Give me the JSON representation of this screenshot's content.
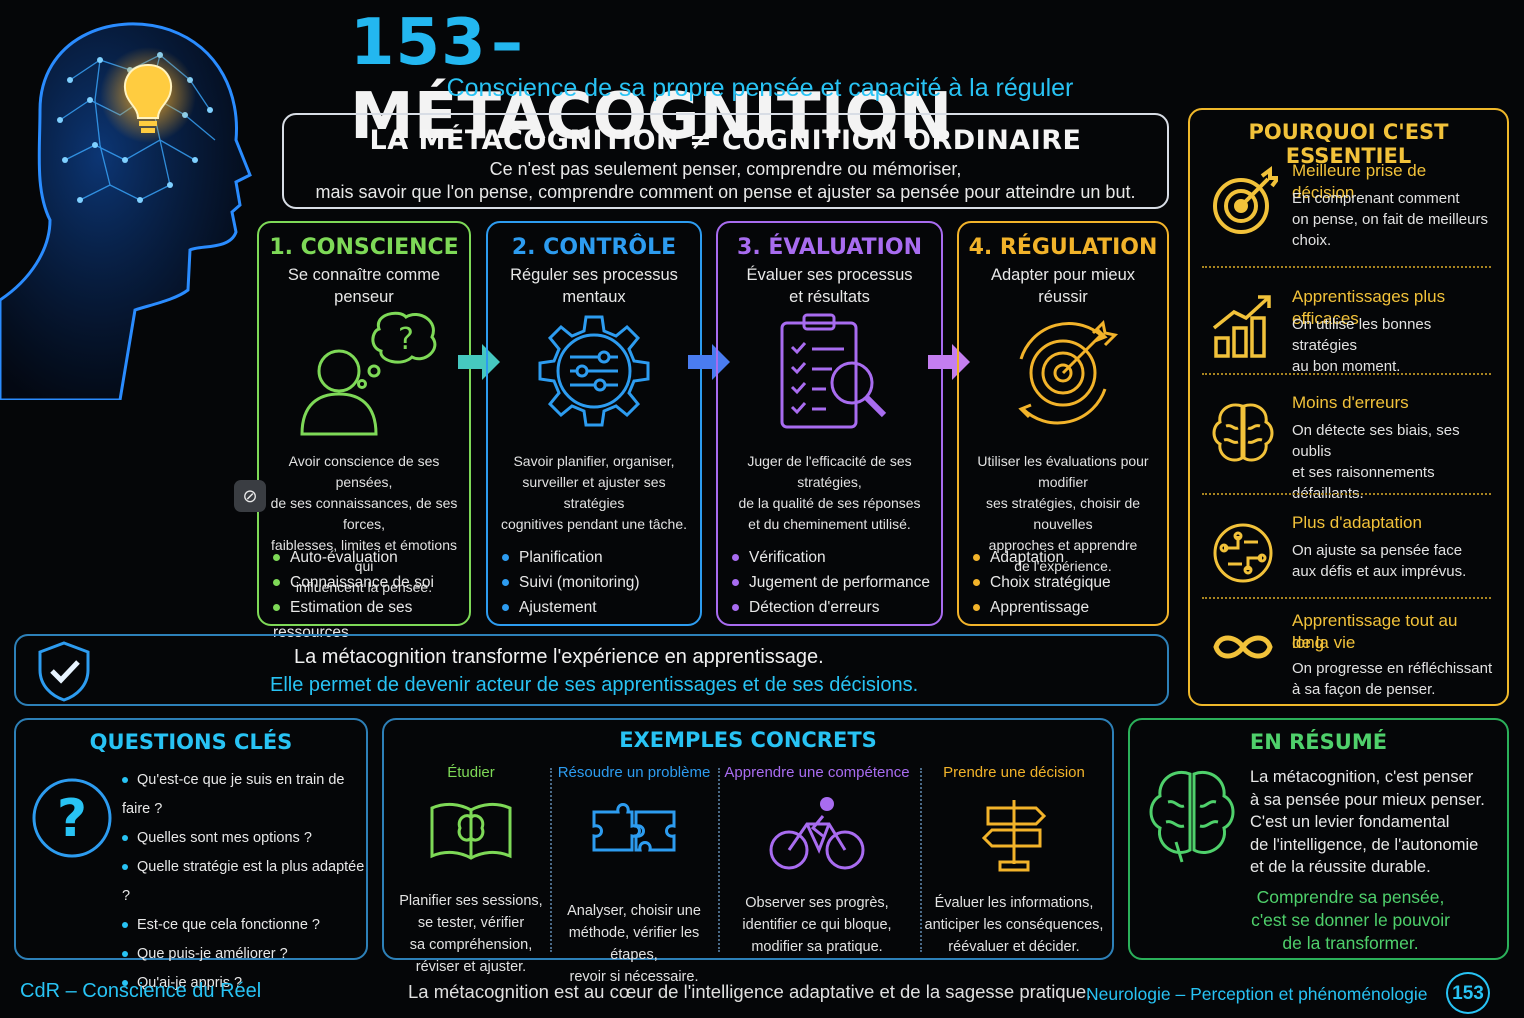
{
  "header": {
    "number": "153",
    "dash": "–",
    "title": "MÉTACOGNITION",
    "subtitle": "Conscience de sa propre pensée et capacité à la réguler"
  },
  "intro": {
    "heading": "LA MÉTACOGNITION ≠ COGNITION ORDINAIRE",
    "line1": "Ce n'est pas seulement penser, comprendre ou mémoriser,",
    "line2": "mais savoir que l'on pense, comprendre comment on pense et ajuster sa pensée pour atteindre un but."
  },
  "steps": [
    {
      "title": "1. CONSCIENCE",
      "sub1": "Se connaître comme",
      "sub2": "penseur",
      "color": "#7ed957",
      "icon": "person-thinking-icon",
      "desc": [
        "Avoir conscience de ses pensées,",
        "de ses connaissances, de ses forces,",
        "faiblesses, limites et émotions qui",
        "influencent la pensée."
      ],
      "bullets": [
        "Auto-évaluation",
        "Connaissance de soi",
        "Estimation de ses ressources"
      ]
    },
    {
      "title": "2. CONTRÔLE",
      "sub1": "Réguler ses processus",
      "sub2": "mentaux",
      "color": "#2d9cf0",
      "icon": "gear-sliders-icon",
      "desc": [
        "Savoir planifier, organiser,",
        "surveiller et ajuster ses stratégies",
        "cognitives pendant une tâche."
      ],
      "bullets": [
        "Planification",
        "Suivi (monitoring)",
        "Ajustement"
      ]
    },
    {
      "title": "3. ÉVALUATION",
      "sub1": "Évaluer ses processus",
      "sub2": "et résultats",
      "color": "#a86cf0",
      "icon": "clipboard-magnifier-icon",
      "desc": [
        "Juger de l'efficacité de ses stratégies,",
        "de la qualité de ses réponses",
        "et du cheminement utilisé."
      ],
      "bullets": [
        "Vérification",
        "Jugement de performance",
        "Détection d'erreurs"
      ]
    },
    {
      "title": "4. RÉGULATION",
      "sub1": "Adapter pour mieux",
      "sub2": "réussir",
      "color": "#f2b32a",
      "icon": "target-cycle-icon",
      "desc": [
        "Utiliser les évaluations pour modifier",
        "ses stratégies, choisir de nouvelles",
        "approches et apprendre",
        "de l'expérience."
      ],
      "bullets": [
        "Adaptation",
        "Choix stratégique",
        "Apprentissage"
      ]
    }
  ],
  "why": {
    "heading": "POURQUOI C'EST ESSENTIEL",
    "items": [
      {
        "title": "Meilleure prise de décision",
        "desc": [
          "En comprenant comment",
          "on pense, on fait de meilleurs",
          "choix."
        ],
        "icon": "target-icon"
      },
      {
        "title": "Apprentissages plus efficaces",
        "desc": [
          "On utilise les bonnes stratégies",
          "au bon moment."
        ],
        "icon": "growth-chart-icon"
      },
      {
        "title": "Moins d'erreurs",
        "desc": [
          "On détecte ses biais, ses oublis",
          "et ses raisonnements",
          "défaillants."
        ],
        "icon": "brain-icon"
      },
      {
        "title": "Plus d'adaptation",
        "desc": [
          "On ajuste sa pensée face",
          "aux défis et aux imprévus."
        ],
        "icon": "brain-circuit-icon"
      },
      {
        "title": "Apprentissage tout au long",
        "title2": "de la vie",
        "desc": [
          "On progresse en réfléchissant",
          "à sa façon de penser."
        ],
        "icon": "infinity-icon"
      }
    ]
  },
  "banner": {
    "line1": "La métacognition transforme l'expérience en apprentissage.",
    "line2": "Elle permet de devenir acteur de ses apprentissages et de ses décisions."
  },
  "questions": {
    "heading": "QUESTIONS CLÉS",
    "items": [
      "Qu'est-ce que je suis en train de faire ?",
      "Quelles sont mes options ?",
      "Quelle stratégie est la plus adaptée ?",
      "Est-ce que cela fonctionne ?",
      "Que puis-je améliorer ?",
      "Qu'ai-je appris ?"
    ]
  },
  "examples": {
    "heading": "EXEMPLES CONCRETS",
    "items": [
      {
        "title": "Étudier",
        "color": "#7ed957",
        "icon": "book-brain-icon",
        "desc": [
          "Planifier ses sessions,",
          "se tester, vérifier",
          "sa compréhension,",
          "réviser et ajuster."
        ]
      },
      {
        "title": "Résoudre un problème",
        "color": "#2d9cf0",
        "icon": "puzzle-icon",
        "desc": [
          "Analyser, choisir une",
          "méthode, vérifier les étapes,",
          "revoir si nécessaire."
        ]
      },
      {
        "title": "Apprendre une compétence",
        "color": "#a86cf0",
        "icon": "cyclist-icon",
        "desc": [
          "Observer ses progrès,",
          "identifier ce qui bloque,",
          "modifier sa pratique."
        ]
      },
      {
        "title": "Prendre une décision",
        "color": "#f2b32a",
        "icon": "signpost-icon",
        "desc": [
          "Évaluer les informations,",
          "anticiper les conséquences,",
          "réévaluer et décider."
        ]
      }
    ]
  },
  "summary": {
    "heading": "EN RÉSUMÉ",
    "text": [
      "La métacognition, c'est penser",
      "à sa pensée pour mieux penser.",
      "C'est un levier fondamental",
      "de l'intelligence, de l'autonomie",
      "et de la réussite durable."
    ],
    "highlight": [
      "Comprendre sa pensée,",
      "c'est se donner le pouvoir",
      "de la transformer."
    ]
  },
  "footer": {
    "left": "CdR – Conscience du Réel",
    "center": "La métacognition est au cœur de l'intelligence adaptative et de la sagesse pratique.",
    "right": "Neurologie – Perception et phénoménologie",
    "badge": "153"
  },
  "overlay": {
    "icon": "block-icon",
    "glyph": "⊘"
  }
}
